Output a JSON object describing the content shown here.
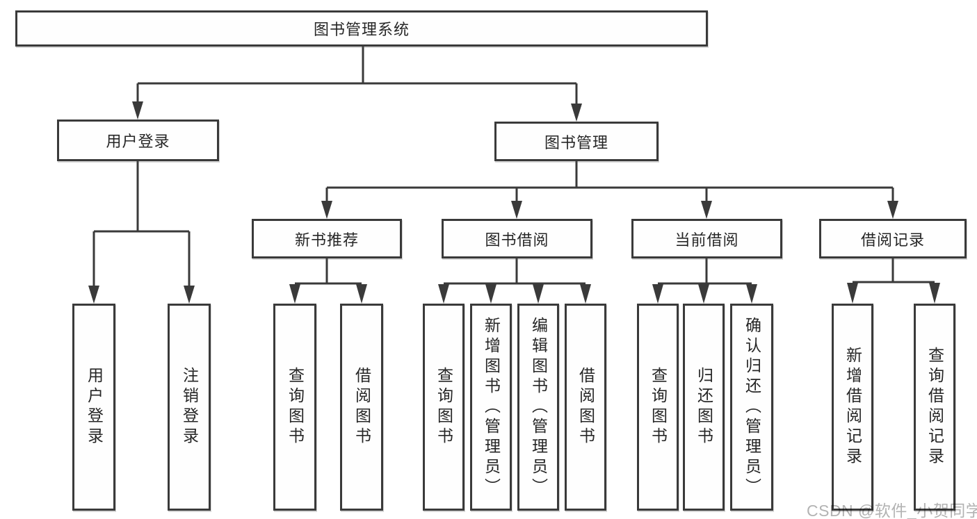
{
  "diagram": {
    "title": "图书管理系统",
    "level2": {
      "user_login": "用户登录",
      "book_mgmt": "图书管理"
    },
    "level3": {
      "new_book": "新书推荐",
      "book_borrow": "图书借阅",
      "current_borrow": "当前借阅",
      "borrow_record": "借阅记录"
    },
    "leaves": {
      "user_login_1": "用户登录",
      "user_login_2": "注销登录",
      "new_book_1": "查询图书",
      "new_book_2": "借阅图书",
      "book_borrow_1": "查询图书",
      "book_borrow_2": "新增图书（管理员）",
      "book_borrow_3": "编辑图书（管理员）",
      "book_borrow_4": "借阅图书",
      "current_borrow_1": "查询图书",
      "current_borrow_2": "归还图书",
      "current_borrow_3": "确认归还（管理员）",
      "borrow_record_1": "新增借阅记录",
      "borrow_record_2": "查询借阅记录"
    }
  },
  "watermark": "CSDN @软件_小贺同学",
  "colors": {
    "line": "#3a3a3a",
    "box_border": "#3a3a3a",
    "text": "#262626",
    "background": "#ffffff",
    "watermark": "#b3b3b3"
  }
}
